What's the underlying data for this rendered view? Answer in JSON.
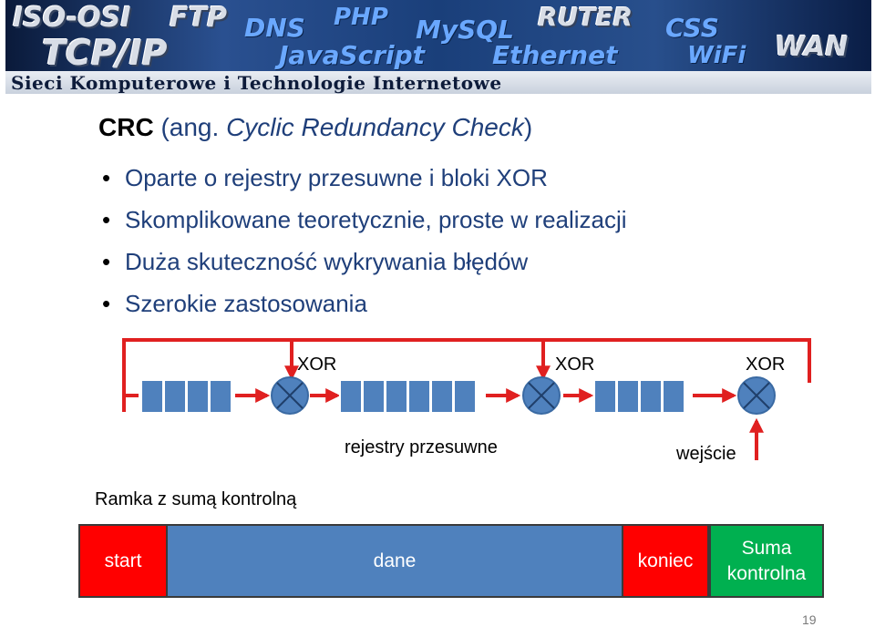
{
  "banner": {
    "words": [
      "ISO-OSI",
      "FTP",
      "DNS",
      "PHP",
      "MySQL",
      "RUTER",
      "CSS",
      "TCP/IP",
      "JavaScript",
      "Ethernet",
      "WiFi",
      "WAN"
    ],
    "subtitle": "Sieci Komputerowe i Technologie Internetowe"
  },
  "title": {
    "bold": "CRC",
    "plain": " (ang. ",
    "italic": "Cyclic Redundancy Check",
    "close": ")"
  },
  "bullets": [
    "Oparte o rejestry przesuwne i bloki XOR",
    "Skomplikowane teoretycznie, proste w realizacji",
    "Duża skuteczność wykrywania błędów",
    "Szerokie zastosowania"
  ],
  "diagram": {
    "xor_labels": [
      "XOR",
      "XOR",
      "XOR"
    ],
    "registers_label": "rejestry przesuwne",
    "input_label": "wejście",
    "frame_label": "Ramka z sumą kontrolną"
  },
  "frame": {
    "start": "start",
    "data": "dane",
    "end": "koniec",
    "checksum": "Suma kontrolna"
  },
  "colors": {
    "accent_red": "#e02020",
    "register_blue": "#4f81bd",
    "frame_red": "#ff0000",
    "frame_blue": "#4f81bd",
    "frame_green": "#00b050"
  },
  "page_number": "19"
}
